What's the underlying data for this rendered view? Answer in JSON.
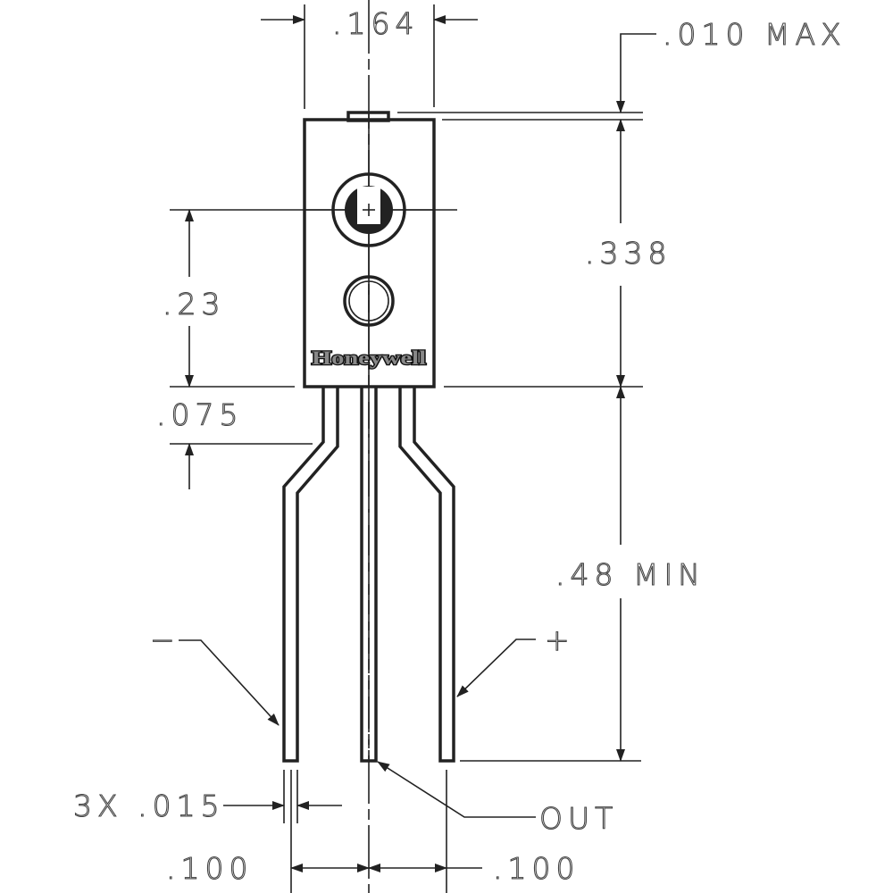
{
  "brand": "Honeywell",
  "dimensions": {
    "body_width": ".164",
    "tab_height": ".010 MAX",
    "body_height": ".338",
    "sensor_center_height": ".23",
    "lead_bend_offset": ".075",
    "lead_length": ".48 MIN",
    "lead_width": "3X .015",
    "pitch_left": ".100",
    "pitch_right": ".100"
  },
  "pins": {
    "negative": "−",
    "positive": "+",
    "output": "OUT"
  }
}
